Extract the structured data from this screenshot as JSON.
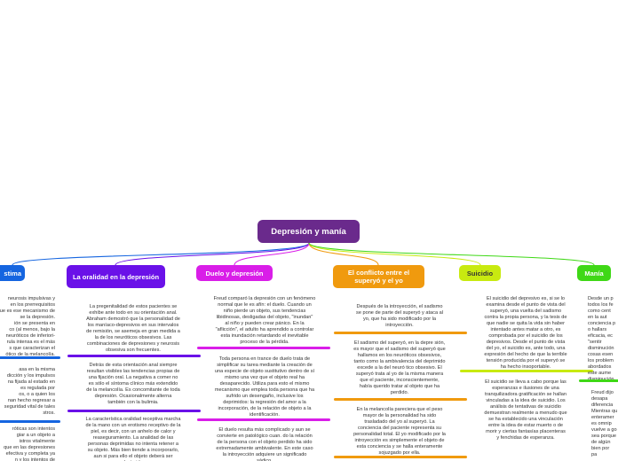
{
  "title": "Depresión y manía",
  "colors": {
    "central": "#6a2a8c",
    "narcisismo": "#1565e0",
    "oralidad": "#6a11e8",
    "duelo": "#d91ee8",
    "conflicto": "#f09a0e",
    "suicidio": "#c8ea10",
    "mania": "#3fd816"
  },
  "branches": [
    {
      "id": "narcisismo",
      "label": "stima",
      "texts": [
        "neurosis impulsivas y\nen los prerrequisitos\n que es ese mecanismo de\n se la depresión.\nión  se presenta en\nco (al menos, bajo  la\nneuróticos de inferiori-\nrula intensa es el más\ns que caracterizan el\nótico de la melancolía.",
        "asa en la misma\ndicción y los impulsos\nna fijada al estado en\nes regulada por\nos, o a quien los\nnan hecho  regresar a\nseguridad vital de tales\nstros.",
        "róticas son intentos\ngiar a un objeto a\nistros vitalmente\nque en las depresiones\nefectiva y completa ya\nn y los intentos de"
      ]
    },
    {
      "id": "oralidad",
      "label": "La oralidad en la depresión",
      "texts": [
        "La pregenitalidad de estos pacientes se\nexhibe ante todo en su orientación anal.\nAbraham demostró que la personalidad de\nlos maníaco-depresivos en sus intervalos\nde remisión, se asemeja en gran medida a\nla de los neuróticos obsesivos. Las\ncombinaciones de depresiones y neurosis\nobsesiva son frecuentes.",
        "Detrás de esta orientación anal siempre\nresultan visibles las tendencias propias de\nuna fijación oral. La negativa a comer no\nes sólo el síntoma clínico más extendido\nde la melancolía. Es concomitante de toda\ndepresión. Ocasionalmente alterna\ntambién con la bulimia.",
        "La característica oralidad receptiva marcha\nde la mano con un erotismo receptivo de la\npiel, es decir, con un anhelo de calor y\nreaseguramiento. La analidad de las\npersonas deprimidas no intenta retener a\nsu objeto. Más bien tiende a incorporarlo,\naun si para ello el objeto deberá ser\ndestruido."
      ]
    },
    {
      "id": "duelo",
      "label": "Duelo y depresión",
      "texts": [
        "Freud comparó la depresión con un fenómeno\nnormal que le es afín: el duelo. Cuando un\nniño pierde un objeto, sus tendencias\nlibidinosas, desligadas del objeto, \"inundan\"\nal niño y pueden crear pánico. En la\n\"aflicción\", el adulto ha aprendido a controlar\nesta inundación retardando el inevitable\nproceso de la pérdida.",
        "Toda persona en trance de duelo trata de\nsimplificar su tarea mediante la creación de\nuna especie de objeto sustitutivo dentro de sí\nmismo una vez que el objeto real ha\ndesaparecido. Utiliza para esto el mismo\nmecanismo que emplea toda persona que ha\nsufrido un desengaño, inclusive los\ndeprimidos: la regresión del amor a la\nincorporación, de la relación de objeto a la\nidentificación.",
        "El duelo resulta más complicado y aun se\nconvierte en patológico cuan. do la relación\nde la persona con el objeto perdido ha sido\nextremadamente ambivalente. En este caso\nla introyección adquiere un significado\nsádico."
      ]
    },
    {
      "id": "conflicto",
      "label": "El conflicto entre el superyó y el yo",
      "texts": [
        "Después de la introyección, el sadismo\nse pone de parte del superyó y ataca al\nyo, que ha sido modificado por la\nintroyección.",
        "El sadismo del superyó, en la depre sión,\nes mayor que el sadismo del superyó que\nhallamos en los neuróticos obsesivos,\ntanto como la ambivalencia del deprimido\nexcede a la del neuró tico obsesivo. El\nsuperyó trata al yo de la misma manera\nque el paciente, inconscientemente,\nhabía querido tratar al objeto que ha\nperdido.",
        "En la melancolía pareciera que el peso\nmayor de la personalidad ha sido\ntrasladado del yo al superyó. La\nconciencia del paciente representa su\npersonalidad total. El yo modificado por la\nintroyección es simplemente el objeto de\nesta conciencia y se halla enteramente\nsojuzgado por ella."
      ]
    },
    {
      "id": "suicidio",
      "label": "Suicidio",
      "texts": [
        "El suicidio del depresivo es, si se lo\nexamina desde el punto de vista del\nsuperyó, una vuelta del sadismo\ncontra la propia persona, y la tesis de\nque nadie se quita la vida sin haber\nintentado antes matar a otro, es\ncomprobada por el suicidio de los\ndepresivos. Desde el punto de vista\ndel yo, el suicidio es, ante todo, una\nexpresión del hecho de que la terrible\ntensión producida por el superyó se\nha hecho insoportable.",
        "El suicidio se lleva a cabo porque las\nesperanzas e ilusiones de una\ntranquilizadora gratificación se hallan\nvinculadas a la idea de suicidio. Los\nanálisis de tentativas de suicidio\ndemuestran realmente a menudo que\nse ha establecido una vinculación\nentre la idea de estar muerto o de\nmorir y ciertas fantasías placenteras\ny fenchidas de esperanza."
      ]
    },
    {
      "id": "mania",
      "label": "Manía",
      "texts": [
        "Desde un p\ntodos los fe\ncomo cent\nen la aut\nconciencia p\no hallars\neficacia, ec\n\"sentir\ndisminución\ncosas esen\nlos problem\nabordados\neste aume\ndisminución",
        "Freud dijo\ndesapa\ndiferencia\nMientras qu\nenteramer\nes omnip\nvuelve a go\nsea porque\nde algún\nbien por\npa"
      ]
    }
  ]
}
